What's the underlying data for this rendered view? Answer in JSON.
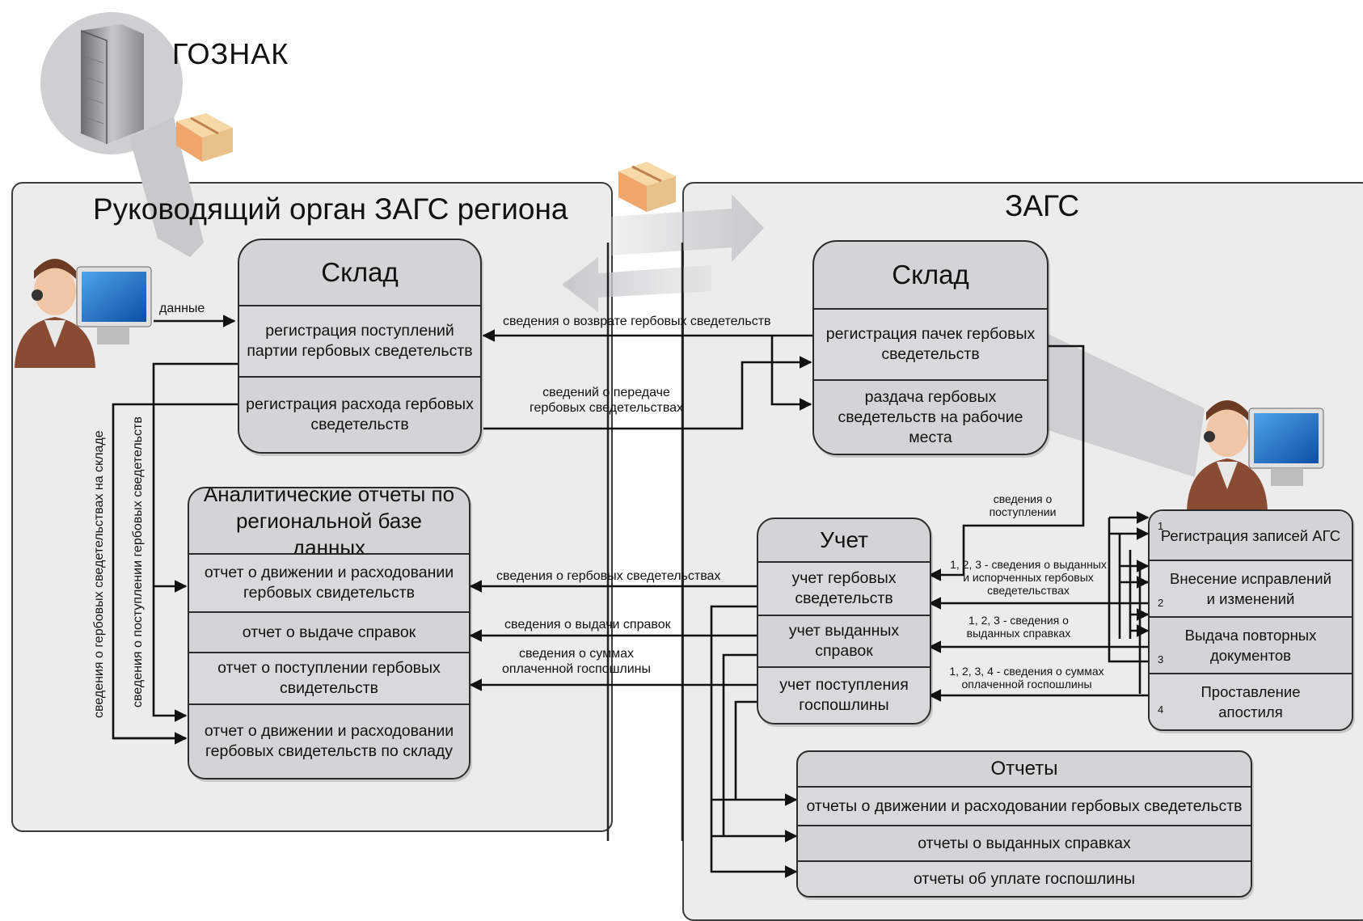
{
  "brand": {
    "name": "ГОЗНАК"
  },
  "panels": {
    "regional_title": "Руководящий орган ЗАГС региона",
    "zags_title": "ЗАГС"
  },
  "regional": {
    "warehouse": {
      "title": "Склад",
      "rows": [
        "регистрация поступлений партии гербовых сведетельств",
        "регистрация расхода гербовых сведетельств"
      ]
    },
    "analytics": {
      "title": "Аналитические отчеты по региональной базе данных",
      "rows": [
        "отчет о движении и расходовании гербовых свидетельств",
        "отчет о выдаче справок",
        "отчет о поступлении гербовых свидетельств",
        "отчет о движении и расходовании гербовых свидетельств по складу"
      ]
    }
  },
  "zags": {
    "warehouse": {
      "title": "Склад",
      "rows": [
        "регистрация пачек гербовых сведетельств",
        "раздача гербовых сведетельств на рабочие места"
      ]
    },
    "accounting": {
      "title": "Учет",
      "rows": [
        "учет гербовых сведетельств",
        "учет выданных справок",
        "учет поступления госпошлины"
      ]
    },
    "registration": {
      "rows": [
        {
          "num": "1",
          "label": "Регистрация записей АГС"
        },
        {
          "num": "2",
          "label": "Внесение исправлений и изменений"
        },
        {
          "num": "3",
          "label": "Выдача повторных документов"
        },
        {
          "num": "4",
          "label": "Проставление апостиля"
        }
      ]
    },
    "reports": {
      "title": "Отчеты",
      "rows": [
        "отчеты о движении и расходовании гербовых сведетельств",
        "отчеты о выданных справках",
        "отчеты об уплате госпошлины"
      ]
    }
  },
  "labels": {
    "data": "данные",
    "return_info": "сведения о возврате гербовых сведетельств",
    "transfer_info": "сведений о  передаче гербовых сведетельствах",
    "receipt_info": "сведения о поступлении",
    "stamp_info": "сведения о гербовых сведетельствах",
    "certificates_info": "сведения о выдачи справок",
    "fee_info": "сведения о суммах оплаченной госпошлины",
    "issued_spoiled": "1, 2, 3 - сведения о выданных и испорченных гербовых сведетельствах",
    "issued_certs": "1, 2, 3 - сведения о выданных справках",
    "fee_sums": "1, 2, 3, 4 - сведения о суммах оплаченной госпошлины",
    "vertical_1": "сведения о гербовых сведетельствах на складе",
    "vertical_2": "сведения о поступлении гербовых сведетельств"
  }
}
